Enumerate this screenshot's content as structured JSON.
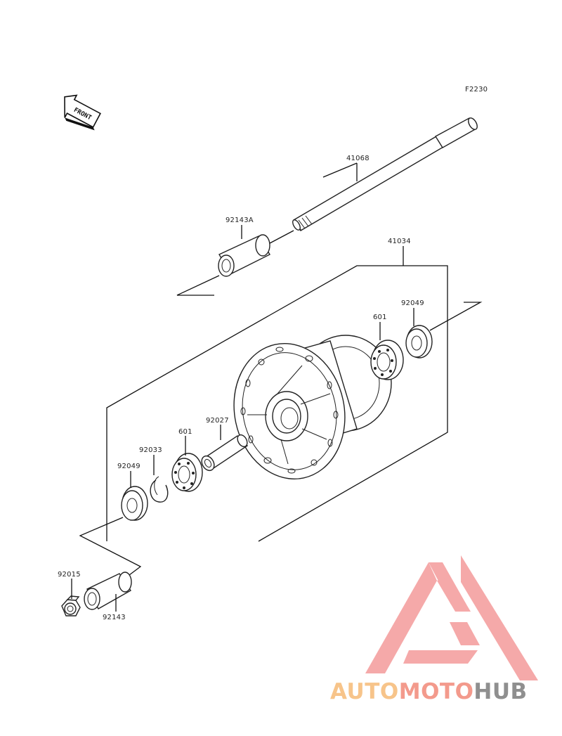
{
  "figure_code": "F2230",
  "front_label": "FRONT",
  "parts": {
    "axle": "41068",
    "collar_right": "92143A",
    "hub_assembly": "41034",
    "seal_right": "92049",
    "bearing_right": "601",
    "spacer": "92027",
    "bearing_left": "601",
    "circlip": "92033",
    "seal_left": "92049",
    "nut": "92015",
    "collar_left": "92143"
  },
  "watermark": {
    "part1": "AUTO",
    "part2": "MOTO",
    "part3": "HUB",
    "colors": {
      "auto": "#f7c48a",
      "moto": "#f39a8c",
      "hub": "#8f8f8f",
      "logo": "#f4a0a0"
    }
  }
}
